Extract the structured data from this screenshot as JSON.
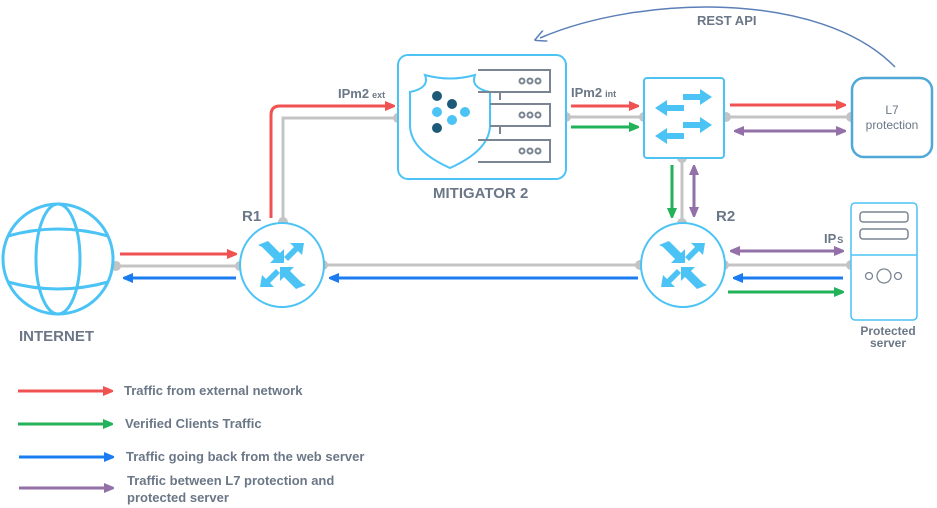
{
  "colors": {
    "external": "#f05252",
    "verified": "#22b35a",
    "back": "#1a7cf0",
    "l7": "#9370a8",
    "link": "#c4c4c4",
    "device": "#4cc3f5",
    "api": "#5b7fb8",
    "text": "#6b7787"
  },
  "nodes": {
    "internet": {
      "label": "INTERNET",
      "icon": "globe-icon"
    },
    "r1": {
      "label": "R1",
      "icon": "router-icon"
    },
    "r2": {
      "label": "R2",
      "icon": "router-icon"
    },
    "mitigator": {
      "label": "MITIGATOR 2",
      "icon": "shield-server-icon"
    },
    "switch": {
      "icon": "switch-icon"
    },
    "l7": {
      "line1": "L7",
      "line2": "protection"
    },
    "server": {
      "line1": "Protected",
      "line2": "server",
      "icon": "server-icon"
    }
  },
  "labels": {
    "ipm2_ext_main": "IPm2",
    "ipm2_ext_sub": "ext",
    "ipm2_int_main": "IPm2",
    "ipm2_int_sub": "int",
    "ips_main": "IP",
    "ips_sub": "S",
    "rest_api": "REST API"
  },
  "legend": [
    {
      "color_key": "external",
      "text": "Traffic from external network"
    },
    {
      "color_key": "verified",
      "text": "Verified Clients Traffic"
    },
    {
      "color_key": "back",
      "text": "Traffic going back from the web server"
    },
    {
      "color_key": "l7",
      "line1": "Traffic between L7 protection and",
      "line2": "protected server"
    }
  ]
}
